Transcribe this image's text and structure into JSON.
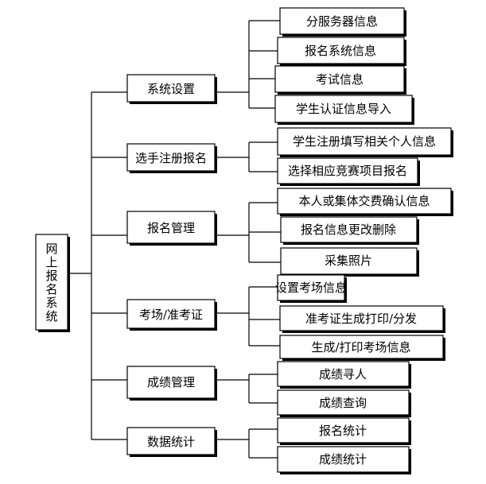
{
  "root": {
    "label": "网上报名系统"
  },
  "modules": [
    {
      "label": "系统设置",
      "children": [
        "分服务器信息",
        "报名系统信息",
        "考试信息",
        "学生认证信息导入"
      ]
    },
    {
      "label": "选手注册报名",
      "children": [
        "学生注册填写相关个人信息",
        "选择相应竞赛项目报名"
      ]
    },
    {
      "label": "报名管理",
      "children": [
        "本人或集体交费确认信息",
        "报名信息更改删除",
        "采集照片"
      ]
    },
    {
      "label": "考场/准考证",
      "children": [
        "设置考场信息",
        "准考证生成打印/分发",
        "生成/打印考场信息"
      ]
    },
    {
      "label": "成绩管理",
      "children": [
        "成绩寻人",
        "成绩查询"
      ]
    },
    {
      "label": "数据统计",
      "children": [
        "报名统计",
        "成绩统计"
      ]
    }
  ]
}
